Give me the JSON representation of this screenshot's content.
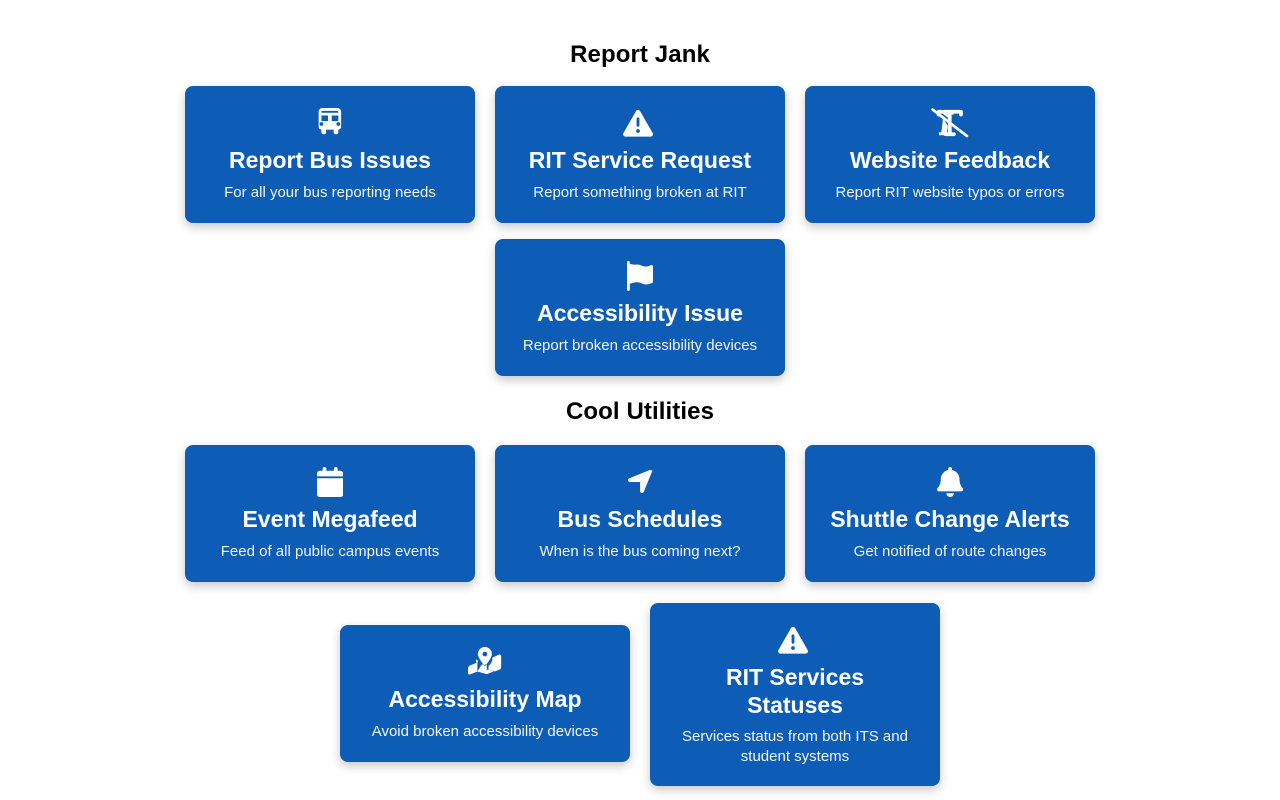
{
  "theme": {
    "card_bg": "#0d5cb6",
    "card_text": "#ffffff",
    "page_bg": "#ffffff",
    "heading_color": "#000000"
  },
  "sections": [
    {
      "id": "report-jank",
      "title": "Report Jank",
      "rows": [
        {
          "cards": [
            {
              "icon": "bus-icon",
              "title": "Report Bus Issues",
              "desc": "For all your bus reporting needs"
            },
            {
              "icon": "warning-triangle-icon",
              "title": "RIT Service Request",
              "desc": "Report something broken at RIT"
            },
            {
              "icon": "text-slash-icon",
              "title": "Website Feedback",
              "desc": "Report RIT website typos or errors"
            }
          ]
        },
        {
          "cards": [
            {
              "icon": "flag-icon",
              "title": "Accessibility Issue",
              "desc": "Report broken accessibility devices"
            }
          ]
        }
      ]
    },
    {
      "id": "cool-utilities",
      "title": "Cool Utilities",
      "rows": [
        {
          "cards": [
            {
              "icon": "calendar-icon",
              "title": "Event Megafeed",
              "desc": "Feed of all public campus events"
            },
            {
              "icon": "location-arrow-icon",
              "title": "Bus Schedules",
              "desc": "When is the bus coming next?"
            },
            {
              "icon": "bell-icon",
              "title": "Shuttle Change Alerts",
              "desc": "Get notified of route changes"
            }
          ]
        },
        {
          "cards": [
            {
              "icon": "map-location-icon",
              "title": "Accessibility Map",
              "desc": "Avoid broken accessibility devices"
            },
            {
              "icon": "warning-triangle-icon",
              "title": "RIT Services Statuses",
              "desc": "Services status from both ITS and student systems"
            }
          ]
        }
      ]
    }
  ]
}
